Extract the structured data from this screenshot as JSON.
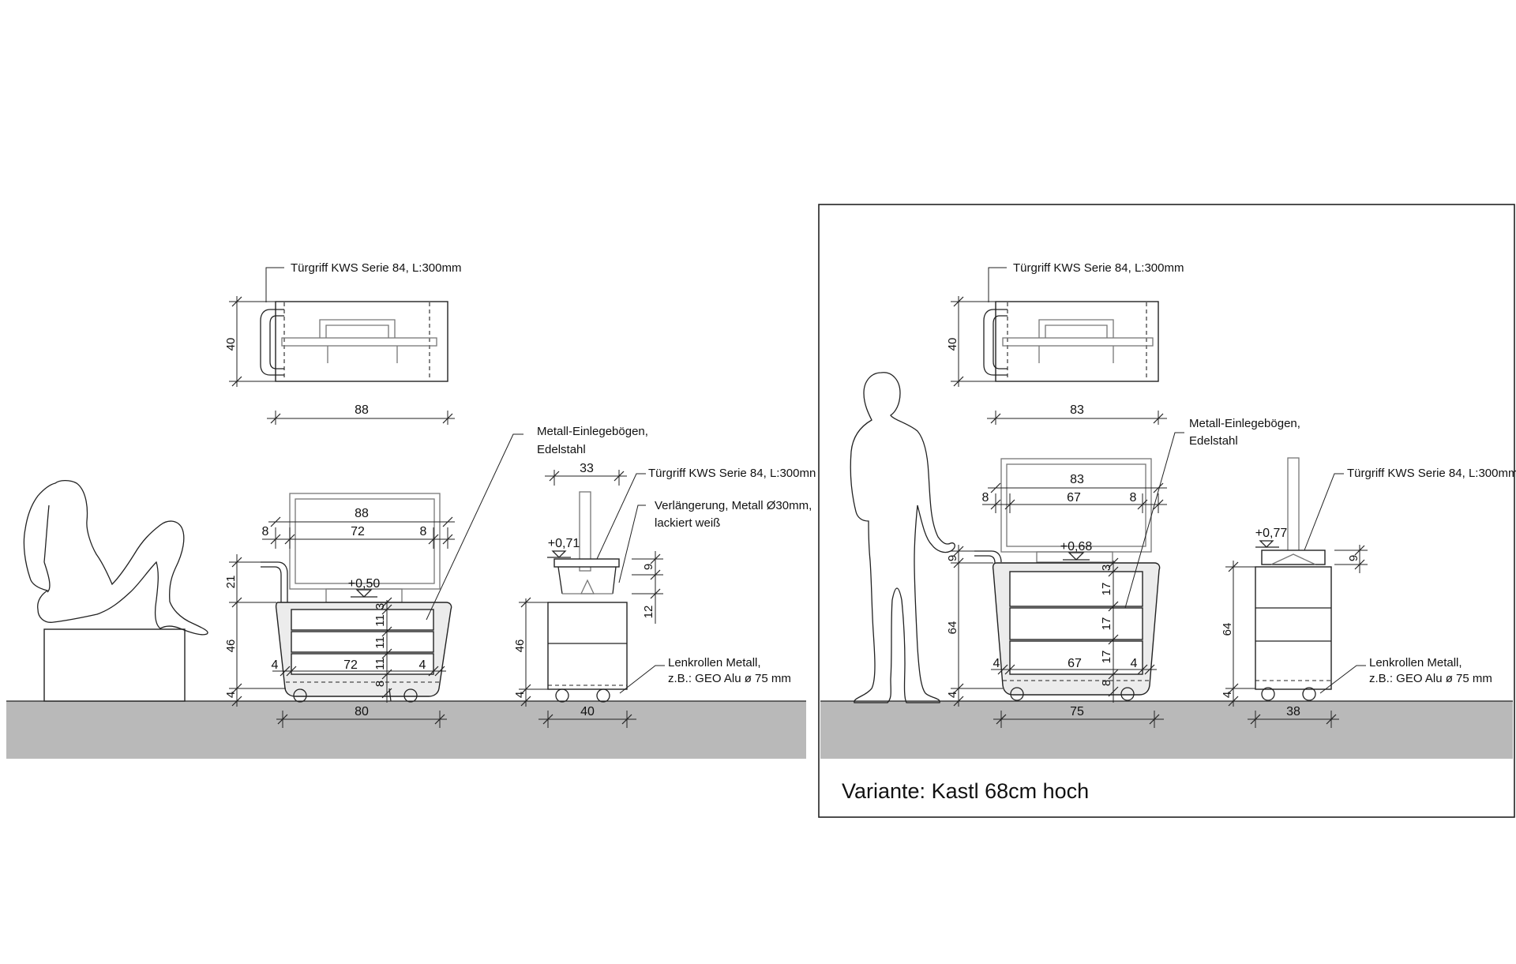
{
  "left": {
    "handle_label": "Türgriff KWS Serie 84, L:300mm",
    "top_height": "40",
    "top_width": "88",
    "bows_label_1": "Metall-Einlegebögen,",
    "bows_label_2": "Edelstahl",
    "tv_width": "88",
    "tv_margin_l": "8",
    "tv_inner": "72",
    "tv_margin_r": "8",
    "h_21": "21",
    "h_46": "46",
    "h_4": "4",
    "level": "+0,50",
    "drawer_h": [
      "3",
      "11",
      "11",
      "11",
      "8"
    ],
    "inner_l": "4",
    "inner_w": "72",
    "inner_r": "4",
    "base_width": "80",
    "side": {
      "top_width": "33",
      "handle_label": "Türgriff KWS Serie 84, L:300mn",
      "ext_label_1": "Verlängerung, Metall Ø30mm,",
      "ext_label_2": "lackiert weiß",
      "level": "+0,71",
      "h_9": "9",
      "h_12": "12",
      "h_46": "46",
      "h_4": "4",
      "casters_1": "Lenkrollen Metall,",
      "casters_2": "z.B.: GEO Alu ø 75 mm",
      "base_width": "40"
    }
  },
  "right": {
    "variant_label": "Variante: Kastl 68cm hoch",
    "handle_label": "Türgriff KWS Serie 84, L:300mm",
    "top_height": "40",
    "top_width": "83",
    "bows_label_1": "Metall-Einlegebögen,",
    "bows_label_2": "Edelstahl",
    "tv_width": "83",
    "tv_margin_l": "8",
    "tv_inner": "67",
    "tv_margin_r": "8",
    "level": "+0,68",
    "h_9": "9",
    "h_64": "64",
    "h_4": "4",
    "drawer_h": [
      "3",
      "17",
      "17",
      "17",
      "8"
    ],
    "inner_l": "4",
    "inner_w": "67",
    "inner_r": "4",
    "base_width": "75",
    "side": {
      "handle_label": "Türgriff KWS Serie 84, L:300mm",
      "level": "+0,77",
      "h_9": "9",
      "h_64": "64",
      "h_4": "4",
      "casters_1": "Lenkrollen Metall,",
      "casters_2": "z.B.: GEO Alu ø 75 mm",
      "base_width": "38"
    }
  }
}
